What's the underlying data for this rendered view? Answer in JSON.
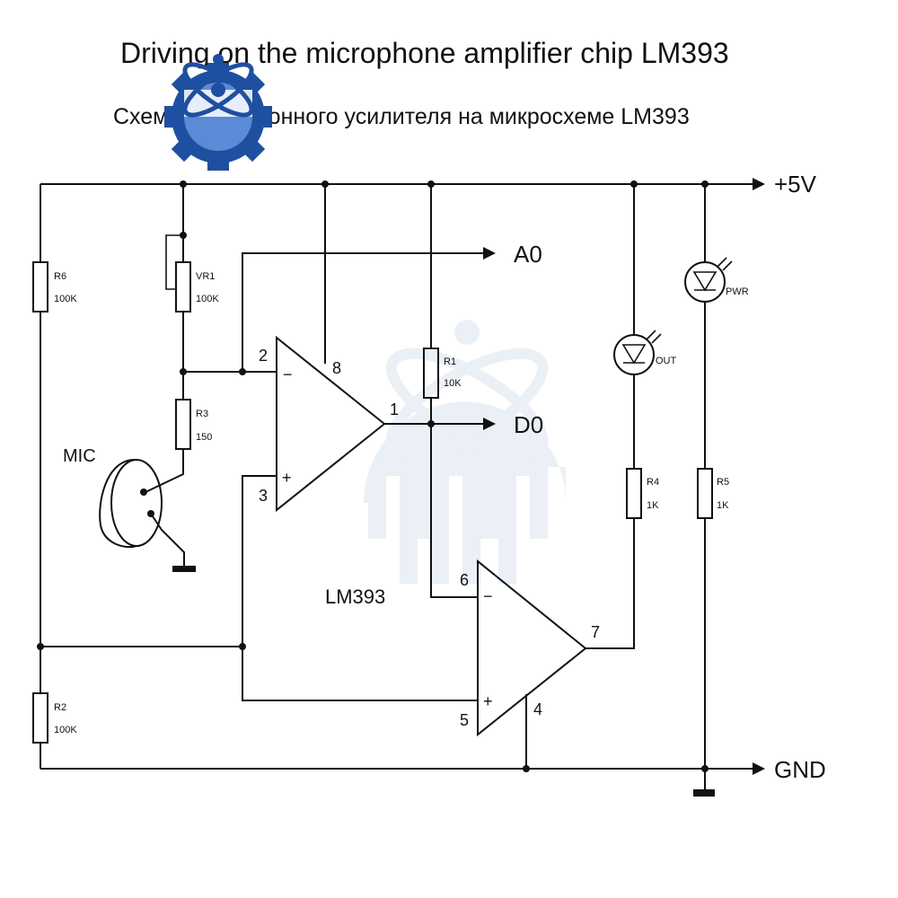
{
  "title": "Driving on the microphone amplifier chip LM393",
  "subtitle": "Схема микрофонного усилителя на микросхеме LM393",
  "rails": {
    "vcc": "+5V",
    "gnd": "GND"
  },
  "outputs": {
    "analog": "A0",
    "digital": "D0"
  },
  "chip": "LM393",
  "mic": "MIC",
  "components": {
    "r6": {
      "name": "R6",
      "value": "100K"
    },
    "vr1": {
      "name": "VR1",
      "value": "100K"
    },
    "r3": {
      "name": "R3",
      "value": "150"
    },
    "r2": {
      "name": "R2",
      "value": "100K"
    },
    "r1": {
      "name": "R1",
      "value": "10K"
    },
    "r4": {
      "name": "R4",
      "value": "1K"
    },
    "r5": {
      "name": "R5",
      "value": "1K"
    },
    "led_out": "OUT",
    "led_pwr": "PWR"
  },
  "pins": {
    "p1": "1",
    "p2": "2",
    "p3": "3",
    "p4": "4",
    "p5": "5",
    "p6": "6",
    "p7": "7",
    "p8": "8"
  },
  "colors": {
    "line": "#111111",
    "logo": "#1f4fa0",
    "watermark": "#dbe3f0"
  }
}
